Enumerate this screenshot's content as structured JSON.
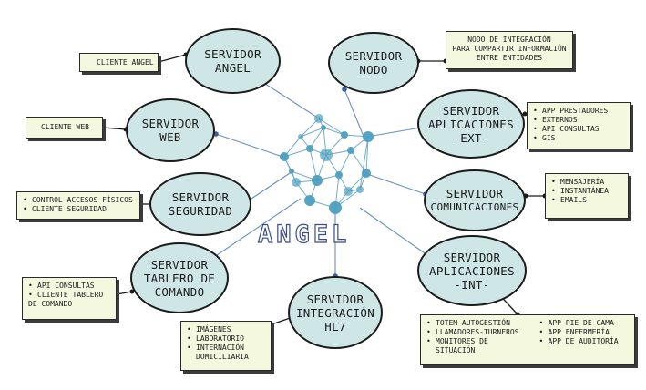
{
  "logo_text": "ANGEL",
  "colors": {
    "node_fill": "#cfe6e6",
    "note_fill": "#f3f8df",
    "network_line": "#5a9fc0",
    "network_dot": "#4d9fc0",
    "connector": "#6b8fc2",
    "logo_outline": "#3b4c8c"
  },
  "servers": {
    "angel": {
      "line1": "SERVIDOR",
      "line2": "ANGEL",
      "line3": ""
    },
    "nodo": {
      "line1": "SERVIDOR",
      "line2": "NODO",
      "line3": ""
    },
    "web": {
      "line1": "SERVIDOR",
      "line2": "WEB",
      "line3": ""
    },
    "app_ext": {
      "line1": "SERVIDOR",
      "line2": "APLICACIONES",
      "line3": "-EXT-"
    },
    "seguridad": {
      "line1": "SERVIDOR",
      "line2": "SEGURIDAD",
      "line3": ""
    },
    "comunicaciones": {
      "line1": "SERVIDOR",
      "line2": "COMUNICACIONES",
      "line3": ""
    },
    "tablero": {
      "line1": "SERVIDOR",
      "line2": "TABLERO DE",
      "line3": "COMANDO"
    },
    "hl7": {
      "line1": "SERVIDOR",
      "line2": "INTEGRACIÓN",
      "line3": "HL7"
    },
    "app_int": {
      "line1": "SERVIDOR",
      "line2": "APLICACIONES",
      "line3": "-INT-"
    }
  },
  "notes": {
    "cliente_angel": {
      "text": "CLIENTE ANGEL"
    },
    "cliente_web": {
      "text": "CLIENTE WEB"
    },
    "nodo": {
      "lines": [
        "NODO DE INTEGRACIÓN",
        "PARA COMPARTIR INFORMACIÓN",
        "ENTRE ENTIDADES"
      ]
    },
    "app_ext": {
      "items": [
        "APP PRESTADORES",
        "EXTERNOS",
        "API CONSULTAS",
        "GIS"
      ]
    },
    "seguridad": {
      "items": [
        "CONTROL ACCESOS FÍSICOS",
        "CLIENTE SEGURIDAD"
      ]
    },
    "comunicaciones": {
      "items": [
        "MENSAJERÍA",
        "INSTANTÁNEA",
        "EMAILS"
      ]
    },
    "tablero": {
      "items": [
        "API CONSULTAS",
        "CLIENTE TABLERO",
        "DE COMANDO"
      ]
    },
    "hl7": {
      "items": [
        "IMÁGENES",
        "LABORATORIO",
        "INTERNACIÓN",
        "DOMICILIARIA"
      ]
    },
    "app_int": {
      "col1": [
        "TOTEM AUTOGESTIÓN",
        "LLAMADORES-TURNEROS",
        "MONITORES DE",
        "SITUACIÓN"
      ],
      "col2": [
        "APP PIE DE CAMA",
        "APP ENFERMERÍA",
        "APP DE AUDITORÍA"
      ]
    }
  }
}
